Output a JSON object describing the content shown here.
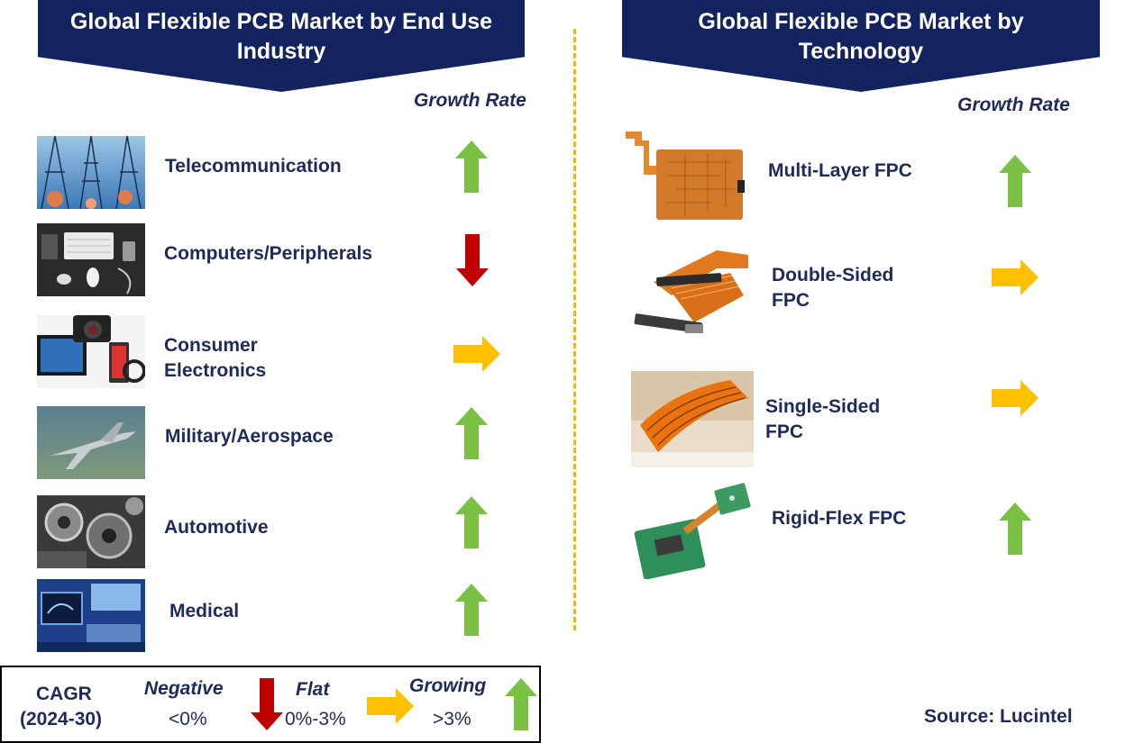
{
  "left_panel": {
    "title": "Global Flexible PCB Market by End Use Industry",
    "growth_rate_label": "Growth Rate",
    "items": [
      {
        "label": "Telecommunication",
        "trend": "growing"
      },
      {
        "label": "Computers/Peripherals",
        "trend": "negative"
      },
      {
        "label": "Consumer Electronics",
        "trend": "flat"
      },
      {
        "label": "Military/Aerospace",
        "trend": "growing"
      },
      {
        "label": "Automotive",
        "trend": "growing"
      },
      {
        "label": "Medical",
        "trend": "growing"
      }
    ]
  },
  "right_panel": {
    "title": "Global Flexible PCB Market by Technology",
    "growth_rate_label": "Growth Rate",
    "items": [
      {
        "label": "Multi-Layer FPC",
        "trend": "growing"
      },
      {
        "label": "Double-Sided FPC",
        "trend": "flat"
      },
      {
        "label": "Single-Sided FPC",
        "trend": "flat"
      },
      {
        "label": "Rigid-Flex FPC",
        "trend": "growing"
      }
    ]
  },
  "legend": {
    "cagr_label": "CAGR",
    "period": "(2024-30)",
    "negative_label": "Negative",
    "negative_range": "<0%",
    "flat_label": "Flat",
    "flat_range": "0%-3%",
    "growing_label": "Growing",
    "growing_range": ">3%"
  },
  "source": "Source: Lucintel",
  "colors": {
    "banner": "#13235f",
    "text": "#1f2a5c",
    "growing": "#7ac143",
    "negative": "#c00000",
    "flat": "#ffc000",
    "divider": "#f2b800"
  },
  "icons": {
    "growing": "up-arrow-icon",
    "negative": "down-arrow-icon",
    "flat": "right-arrow-icon"
  }
}
